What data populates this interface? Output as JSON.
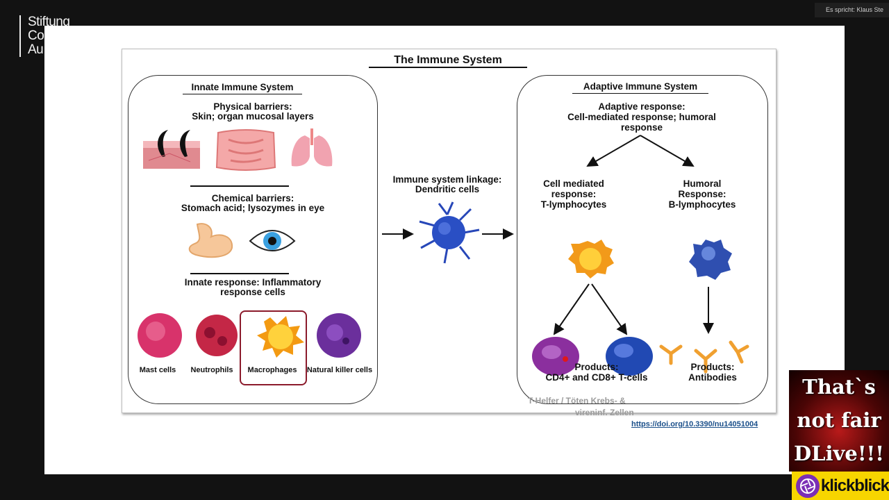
{
  "brand": {
    "line1": "Stiftung",
    "line2": "Co",
    "line3": "Au"
  },
  "speaker": "Es spricht: Klaus Ste",
  "diagram": {
    "title": "The Immune System",
    "innate": {
      "heading": "Innate Immune System",
      "physical_title": "Physical barriers:",
      "physical_text": "Skin; organ mucosal layers",
      "chemical_title": "Chemical barriers:",
      "chemical_text": "Stomach acid; lysozymes in eye",
      "response_line1": "Innate response: Inflammatory",
      "response_line2": "response cells",
      "cells": [
        "Mast cells",
        "Neutrophils",
        "Macrophages",
        "Natural killer cells"
      ]
    },
    "linkage": {
      "line1": "Immune system linkage:",
      "line2": "Dendritic cells"
    },
    "adaptive": {
      "heading": "Adaptive Immune System",
      "response_line1": "Adaptive response:",
      "response_line2": "Cell-mediated response; humoral",
      "response_line3": "response",
      "cell_mediated": [
        "Cell mediated",
        "response:",
        "T-lymphocytes"
      ],
      "humoral": [
        "Humoral",
        "Response:",
        "B-lymphocytes"
      ],
      "products_t_title": "Products:",
      "products_t_text": "CD4+ and CD8+ T-cells",
      "products_b_title": "Products:",
      "products_b_text": "Antibodies"
    },
    "note_line1": "T-Helfer / Töten Krebs- &",
    "note_line2": "vireninf. Zellen",
    "doi": "https://doi.org/10.3390/nu14051004"
  },
  "overlay": {
    "line1": "That`s",
    "line2": "not fair",
    "line3": "DLive!!!",
    "logo_text": "klickblick"
  },
  "colors": {
    "background": "#121212",
    "slide": "#ffffff",
    "highlight": "#8b1a2b",
    "link": "#1a4f8a",
    "badge_red": "#b81a1a",
    "logo_yellow": "#f7d500"
  }
}
